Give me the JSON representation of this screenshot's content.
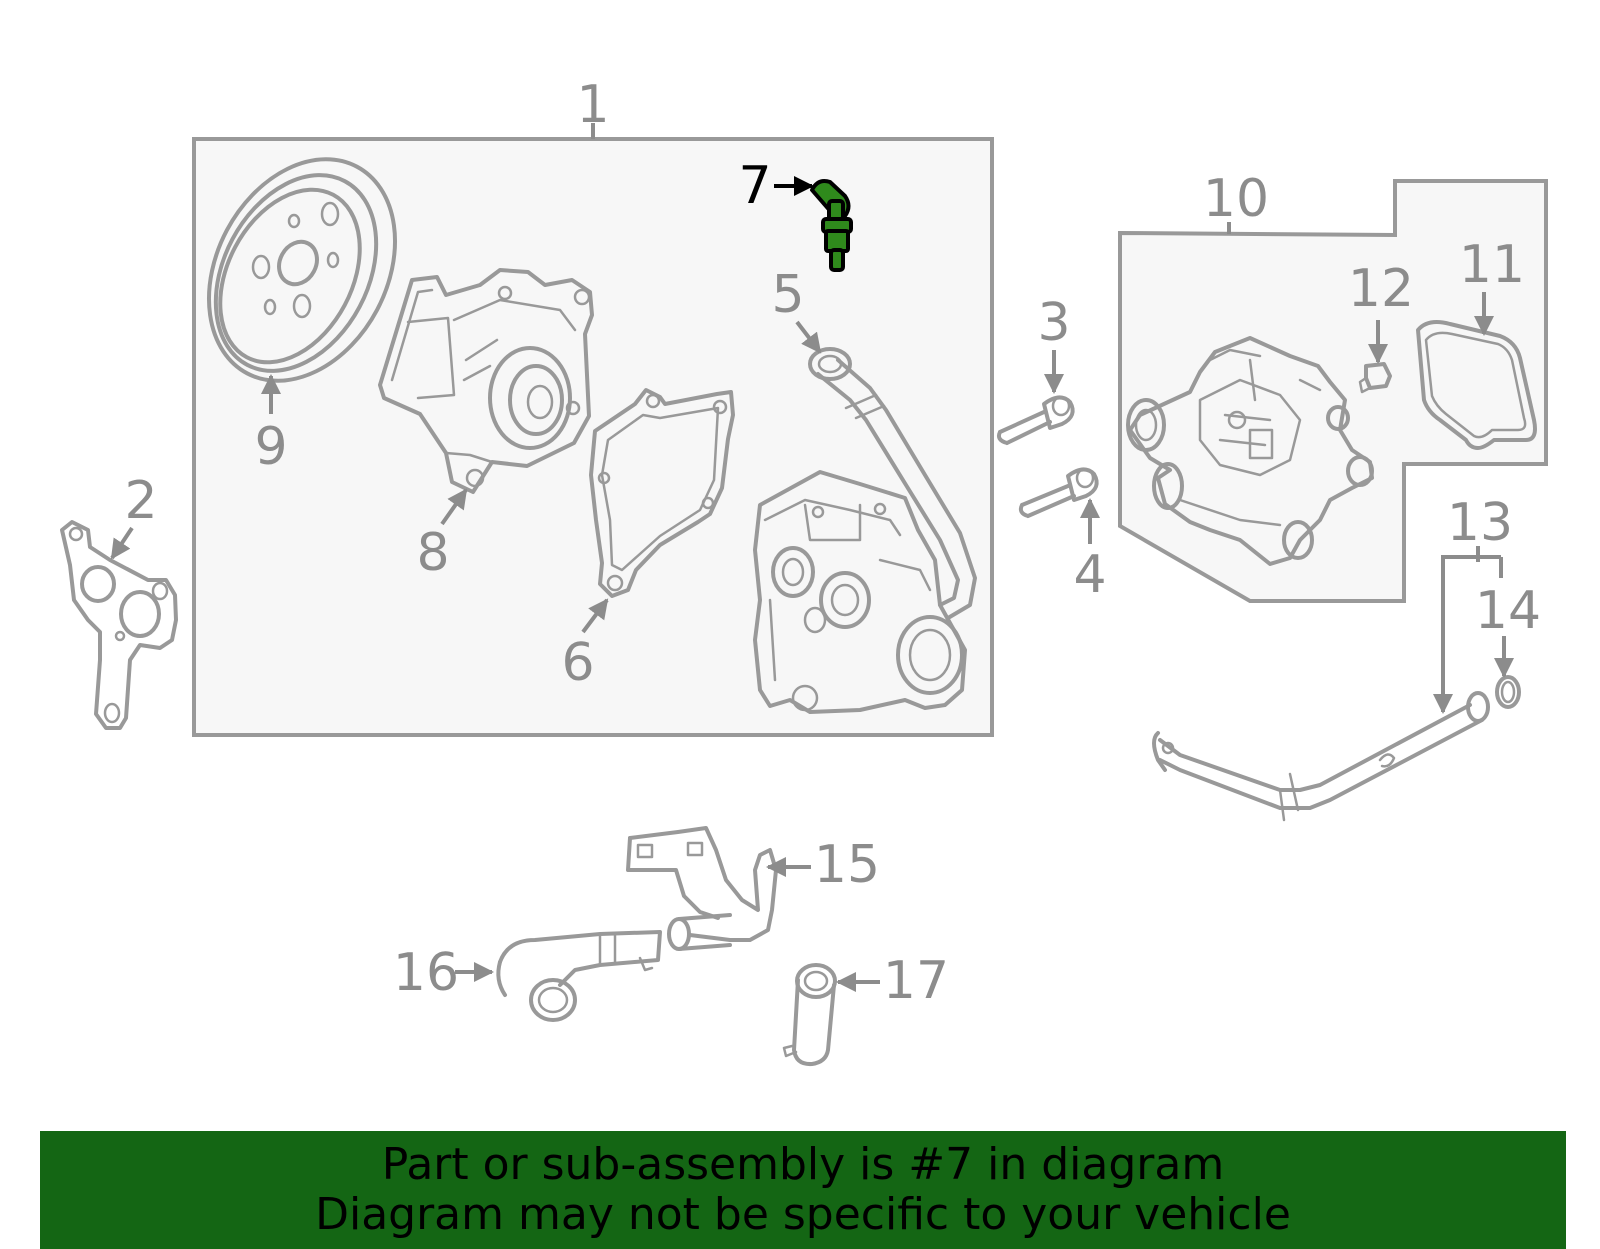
{
  "colors": {
    "part_outline": "#999999",
    "box_fill": "#f7f7f7",
    "highlight_part": "#2f8a1c",
    "banner_bg": "#146614",
    "highlight_label": "#000000"
  },
  "highlighted_part": "7",
  "callouts": {
    "c1": "1",
    "c2": "2",
    "c3": "3",
    "c4": "4",
    "c5": "5",
    "c6": "6",
    "c7": "7",
    "c8": "8",
    "c9": "9",
    "c10": "10",
    "c11": "11",
    "c12": "12",
    "c13": "13",
    "c14": "14",
    "c15": "15",
    "c16": "16",
    "c17": "17"
  },
  "banner": {
    "line1": "Part or sub-assembly is #7 in diagram",
    "line2": "Diagram may not be specific to your vehicle"
  }
}
